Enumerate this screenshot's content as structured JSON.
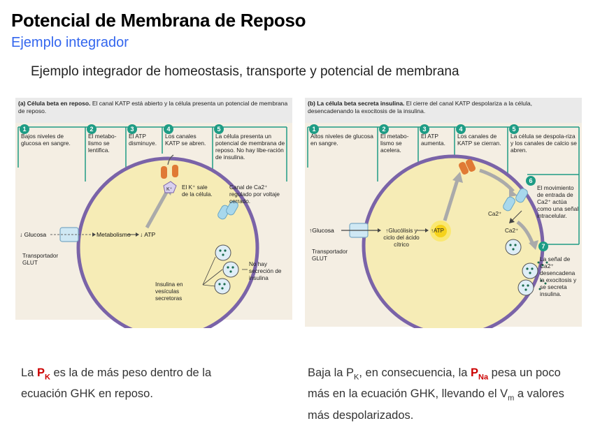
{
  "header": {
    "title": "Potencial de Membrana de Reposo",
    "subtitle": "Ejemplo integrador",
    "heading": "Ejemplo integrador de homeostasis, transporte y potencial de membrana"
  },
  "panel_a": {
    "caption_bold": "(a) Célula beta en reposo.",
    "caption_rest": " El canal KATP está abierto y la célula presenta un potencial de membrana de reposo.",
    "steps": [
      {
        "n": "1",
        "text": "Bajos niveles de glucosa en sangre."
      },
      {
        "n": "2",
        "text": "El metabo-lismo se lentifica."
      },
      {
        "n": "3",
        "text": "El ATP disminuye."
      },
      {
        "n": "4",
        "text": "Los canales KATP se abren."
      },
      {
        "n": "5",
        "text": "La célula presenta un potencial de membrana de reposo. No hay libe-ración de insulina."
      }
    ],
    "labels": {
      "glucosa": "↓ Glucosa",
      "metabolismo": "Metabolismo",
      "atp": "↓ ATP",
      "transportador": "Transportador GLUT",
      "kion": "K⁺",
      "k_sale": "El K⁺ sale de la célula.",
      "canal_ca": "Canal de Ca2⁺ regulado por voltaje cerrado.",
      "no_secrecion": "No hay secreción de insulina",
      "vesiculas": "Insulina en vesículas secretoras"
    }
  },
  "panel_b": {
    "caption_bold": "(b) La célula beta secreta insulina.",
    "caption_rest": " El cierre del canal KATP despolariza a la célula, desencadenando la exocitosis de la insulina.",
    "steps": [
      {
        "n": "1",
        "text": "Altos niveles de glucosa en sangre."
      },
      {
        "n": "2",
        "text": "El metabo-lismo se acelera."
      },
      {
        "n": "3",
        "text": "El ATP aumenta."
      },
      {
        "n": "4",
        "text": "Los canales de KATP se cierran."
      },
      {
        "n": "5",
        "text": "La célula se despola-riza y los canales de calcio se abren."
      },
      {
        "n": "6",
        "text": "El movimiento de entrada de Ca2⁺ actúa como una señal intracelular."
      },
      {
        "n": "7",
        "text": "La señal de Ca2⁺ desencadena la exocitosis y se secreta insulina."
      }
    ],
    "labels": {
      "glucosa": "Glucosa",
      "glucolisis": "Glucólisis y ciclo del ácido cítrico",
      "atp": "ATP",
      "transportador": "Transportador GLUT",
      "ca1": "Ca2⁺",
      "ca2": "Ca2⁺"
    }
  },
  "notes": {
    "left_pre": "La ",
    "left_p": "P",
    "left_sub": "K",
    "left_post": " es la de más peso dentro de la ecuación GHK en reposo.",
    "right_a": "Baja la P",
    "right_a_sub": "K",
    "right_b": ", en consecuencia, la ",
    "right_p": "P",
    "right_p_sub": "Na",
    "right_c": " pesa un poco más en la ecuación GHK, llevando el V",
    "right_v_sub": "m",
    "right_d": " a valores más despolarizados."
  }
}
